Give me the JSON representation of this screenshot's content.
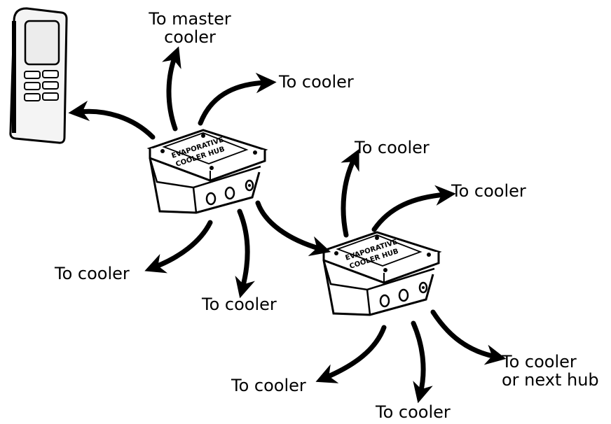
{
  "hub1": {
    "title_line1": "EVAPORATIVE",
    "title_line2": "COOLER HUB"
  },
  "hub2": {
    "title_line1": "EVAPORATIVE",
    "title_line2": "COOLER HUB"
  },
  "labels": {
    "master": [
      "To master",
      "cooler"
    ],
    "hub1_upper_right": "To cooler",
    "hub1_lower_left": "To cooler",
    "hub1_lower_mid": "To cooler",
    "hub2_upper_top": "To cooler",
    "hub2_upper_right": "To cooler",
    "hub2_lower_left": "To cooler",
    "hub2_lower_mid": "To cooler",
    "hub2_lower_right": [
      "To cooler",
      "or next hub"
    ]
  },
  "colors": {
    "ink": "#000000",
    "box_fill": "#ffffff",
    "remote_fill": "#e8e8e8"
  }
}
